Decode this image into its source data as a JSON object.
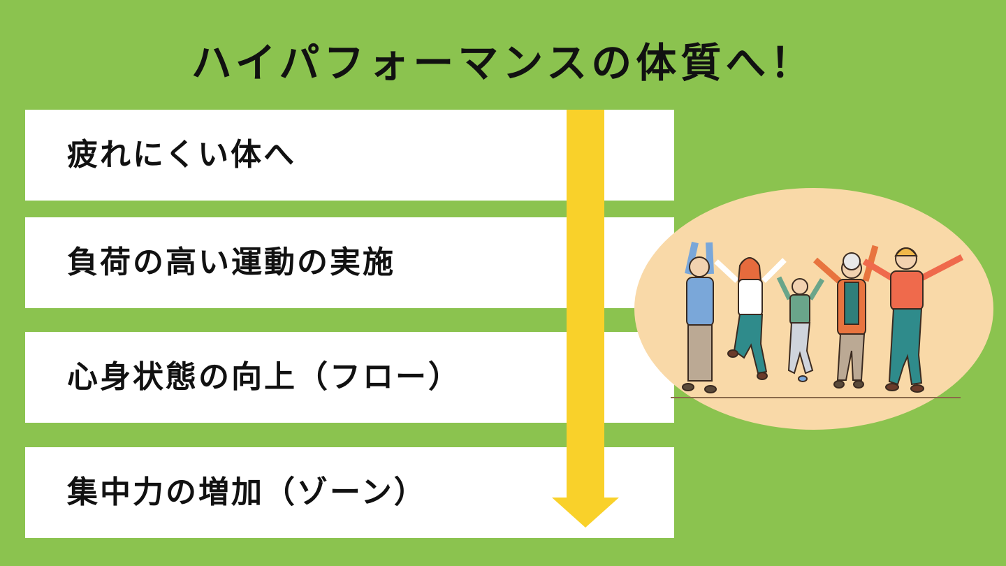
{
  "slide": {
    "title": "ハイパフォーマンスの体質へ！",
    "items": [
      {
        "label": "疲れにくい体へ"
      },
      {
        "label": "負荷の高い運動の実施"
      },
      {
        "label": "心身状態の向上（フロー）"
      },
      {
        "label": "集中力の増加（ゾーン）"
      }
    ]
  },
  "colors": {
    "background": "#8bc34f",
    "box": "#ffffff",
    "arrow": "#f9d12a",
    "oval": "#f9d9a8"
  },
  "illustration": {
    "icon": "celebrating-people-illustration"
  }
}
